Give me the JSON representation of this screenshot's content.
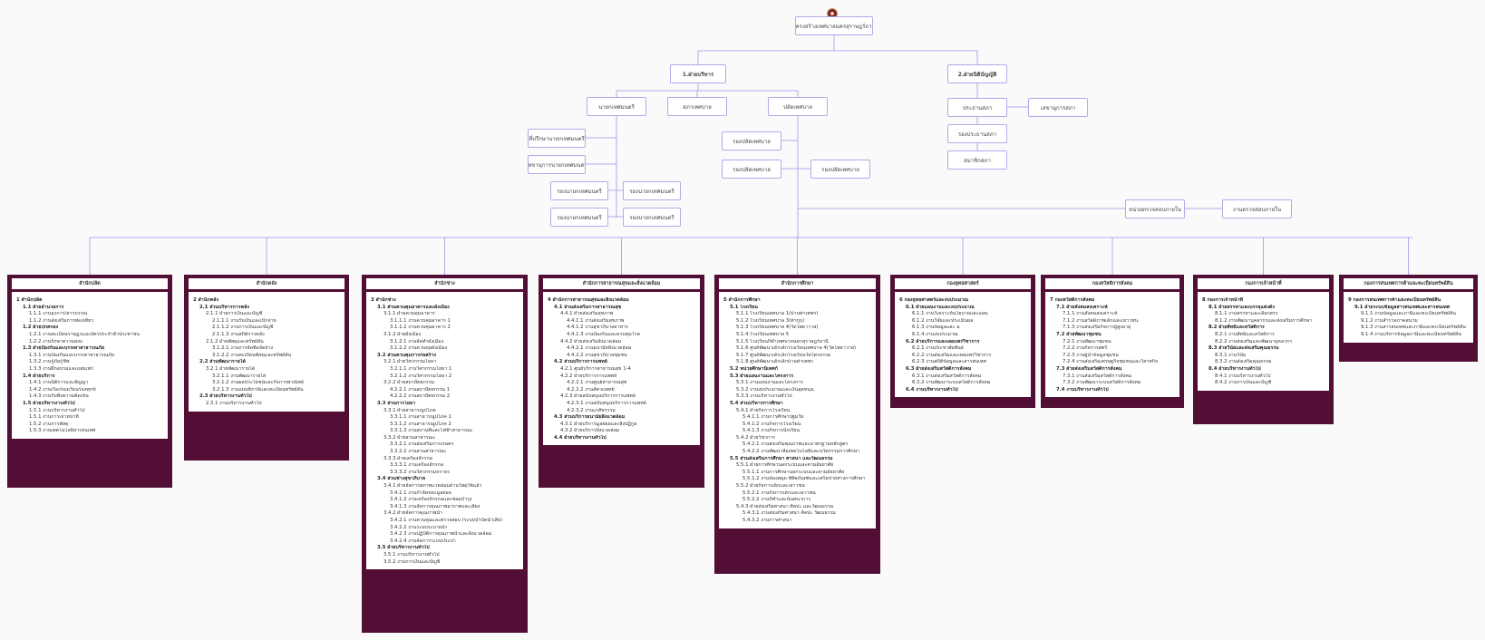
{
  "colors": {
    "line": "#b9a6ea",
    "dept_bg": "#520e35",
    "node_border": "#b9a6ea"
  },
  "top": {
    "label": "โครงสร้างเทศบาลนครสุราษฎร์ธานี",
    "icon": "municipal-seal-icon"
  },
  "level1": {
    "left": "1.ฝ่ายบริหาร",
    "right": "2.ฝ่ายนิติบัญญัติ"
  },
  "exec": {
    "mayor": "นายกเทศมนตรี",
    "council": "สภาเทศบาล",
    "clerk": "ปลัดเทศบาล",
    "mayor_advisor": "ที่ปรึกษานายกเทศมนตรี",
    "mayor_secretary": "เลขานุการนายกเทศมนตรี",
    "deputy_mayor": "รองนายกเทศมนตรี",
    "deputy_clerk": "รองปลัดเทศบาล"
  },
  "legis": {
    "chair": "ประธานสภา",
    "secretary": "เลขานุการสภา",
    "vice_chair": "รองประธานสภา",
    "member": "สมาชิกสภา"
  },
  "audit": {
    "unit": "หน่วยตรวจสอบภายใน",
    "work": "งานตรวจสอบภายใน"
  },
  "departments": [
    {
      "title": "สำนักปลัด",
      "rows": [
        [
          "b",
          "1 สำนักปลัด"
        ],
        [
          "b",
          "1.1 ฝ่ายอำนวยการ"
        ],
        [
          "",
          "1.1.1 งานธุรการ/สารบรรณ"
        ],
        [
          "",
          "1.1.2 งานส่งเสริมการท่องเที่ยว"
        ],
        [
          "b",
          "1.2 ฝ่ายปกครอง"
        ],
        [
          "",
          "1.2.1 งานทะเบียนราษฎรและบัตรประจำตัวประชาชน"
        ],
        [
          "",
          "1.2.2 งานรักษาความสงบ"
        ],
        [
          "b",
          "1.3 ฝ่ายป้องกันและบรรเทาสาธารณภัย"
        ],
        [
          "",
          "1.3.1 งานป้องกันและบรรเทาสาธารณภัย"
        ],
        [
          "",
          "1.3.2 งานกู้ภัยกู้ชีพ"
        ],
        [
          "",
          "1.3.3 งานฝึกอบรมและเผยแพร่"
        ],
        [
          "b",
          "1.4 ฝ่ายบริการ"
        ],
        [
          "",
          "1.4.1 งานนิติการและสัญญา"
        ],
        [
          "",
          "1.4.2 งานเรื่องร้องเรียนร้องทุกข์"
        ],
        [
          "",
          "1.4.3 งานรับฟังความคิดเห็น"
        ],
        [
          "b",
          "1.5 ฝ่ายบริหารงานทั่วไป"
        ],
        [
          "",
          "1.5.1 งานบริหารงานทั่วไป"
        ],
        [
          "",
          "1.5.1 งานการเจ้าหน้าที่"
        ],
        [
          "",
          "1.5.2 งานการพัสดุ"
        ],
        [
          "",
          "1.5.3 งานเทคโนโลยีสารสนเทศ"
        ]
      ]
    },
    {
      "title": "สำนักคลัง",
      "rows": [
        [
          "b",
          "2 สำนักคลัง"
        ],
        [
          "b",
          "2.1 ส่วนบริหารการคลัง"
        ],
        [
          "",
          "2.1.1 ฝ่ายการเงินและบัญชี"
        ],
        [
          "",
          "2.1.1.1 งานรับเงินและเบิกจ่าย"
        ],
        [
          "",
          "2.1.1.2 งานการเงินและบัญชี"
        ],
        [
          "",
          "2.1.1.3 งานสถิติการคลัง"
        ],
        [
          "",
          "2.1.2 ฝ่ายพัสดุและทรัพย์สิน"
        ],
        [
          "",
          "3.1.2.1 งานการจัดซื้อจัดจ้าง"
        ],
        [
          "",
          "3.1.2.2 งานทะเบียนพัสดุและทรัพย์สิน"
        ],
        [
          "b",
          "2.2 ส่วนพัฒนารายได้"
        ],
        [
          "",
          "3.2.1 ฝ่ายพัฒนารายได้"
        ],
        [
          "",
          "3.2.1.1 งานพัฒนารายได้"
        ],
        [
          "",
          "3.2.1.2 งานผลประโยชน์และกิจการพาณิชย์"
        ],
        [
          "",
          "3.2.1.3 งานแผนที่ภาษีและทะเบียนทรัพย์สิน"
        ],
        [
          "b",
          "2.3 ฝ่ายบริหารงานทั่วไป"
        ],
        [
          "",
          "2.3.1 งานบริหารงานทั่วไป"
        ]
      ]
    },
    {
      "title": "สำนักช่าง",
      "rows": [
        [
          "b",
          "3 สำนักช่าง"
        ],
        [
          "b",
          "3.1 ส่วนควบคุมอาคารและผังเมือง"
        ],
        [
          "",
          "3.1.1 ฝ่ายควบคุมอาคาร"
        ],
        [
          "",
          "3.1.1.1 งานควบคุมอาคาร 1"
        ],
        [
          "",
          "3.1.1.2 งานควบคุมอาคาร 2"
        ],
        [
          "",
          "3.1.2 ฝ่ายผังเมือง"
        ],
        [
          "",
          "3.1.2.1 งานจัดทำผังเมือง"
        ],
        [
          "",
          "3.1.2.2 งานควบคุมผังเมือง"
        ],
        [
          "b",
          "3.2 ส่วนควบคุมการก่อสร้าง"
        ],
        [
          "",
          "3.2.1 ฝ่ายวิศวกรรมโยธา"
        ],
        [
          "",
          "3.2.1.1 งานวิศวกรรมโยธา 1"
        ],
        [
          "",
          "3.2.1.2 งานวิศวกรรมโยธา 2"
        ],
        [
          "",
          "3.2.2 ฝ่ายสถาปัตยกรรม"
        ],
        [
          "",
          "4.2.2.1 งานสถาปัตยกรรม 1"
        ],
        [
          "",
          "4.2.2.2 งานสถาปัตยกรรม 2"
        ],
        [
          "b",
          "3.3 ส่วนการโยธา"
        ],
        [
          "",
          "3.3.1 ฝ่ายสาธารณูปโภค"
        ],
        [
          "",
          "3.3.1.1 งานสาธารณูปโภค 1"
        ],
        [
          "",
          "3.3.1.2 งานสาธารณูปโภค 2"
        ],
        [
          "",
          "3.3.1.3 งานสถานที่และไฟฟ้าสาธารณะ"
        ],
        [
          "",
          "3.3.2 ฝ่ายสวนสาธารณะ"
        ],
        [
          "",
          "3.3.2.1 งานส่งเสริมการเกษตร"
        ],
        [
          "",
          "3.3.2.2 งานสวนสาธารณะ"
        ],
        [
          "",
          "3.3.3 ฝ่ายเครื่องจักรกล"
        ],
        [
          "",
          "3.3.3.1 งานเครื่องจักรกล"
        ],
        [
          "",
          "3.3.3.2 งานวิศวกรรมจราจร"
        ],
        [
          "b",
          "3.4 ส่วนช่างสุขาภิบาล"
        ],
        [
          "",
          "3.4.1 ฝ่ายจัดการสภาพแวดล้อมด้านวัสดุใช้แล้ว"
        ],
        [
          "",
          "3.4.1.1 งานกำจัดขยะมูลฝอย"
        ],
        [
          "",
          "3.4.1.2 งานเครื่องจักรกลและซ่อมบำรุง"
        ],
        [
          "",
          "3.4.1.3 งานจัดการคุณภาพอากาศและเสียง"
        ],
        [
          "",
          "3.4.2 ฝ่ายจัดการคุณภาพน้ำ"
        ],
        [
          "",
          "3.4.2.1 งานควบคุมและตรวจสอบ (ระบบบำบัดน้ำเสีย)"
        ],
        [
          "",
          "3.4.2.2 งานระบบระบายน้ำ"
        ],
        [
          "",
          "3.4.2.3 งานปฏิบัติการคุณภาพน้ำและสิ่งแวดล้อม"
        ],
        [
          "",
          "3.4.2.4 งานจัดการระบบประปา"
        ],
        [
          "b",
          "3.5 ฝ่ายบริหารงานทั่วไป"
        ],
        [
          "",
          "3.5.1 งานบริหารงานทั่วไป"
        ],
        [
          "",
          "3.5.2 งานการเงินและบัญชี"
        ]
      ]
    },
    {
      "title": "สำนักการสาธารณสุขและสิ่งแวดล้อม",
      "rows": [
        [
          "b",
          "4 สำนักการสาธารณสุขและสิ่งแวดล้อม"
        ],
        [
          "b",
          "4.1 ส่วนส่งเสริมการสาธารณสุข"
        ],
        [
          "",
          "4.4.1 ฝ่ายส่งเสริมสุขภาพ"
        ],
        [
          "",
          "4.4.1.1 งานส่งเสริมสุขภาพ"
        ],
        [
          "",
          "4.4.1.2 งานสุขาภิบาลอาหาร"
        ],
        [
          "",
          "4.4.1.3 งานป้องกันและควบคุมโรค"
        ],
        [
          "",
          "4.4.2 ฝ่ายส่งเสริมสิ่งแวดล้อม"
        ],
        [
          "",
          "4.4.2.1 งานอนามัยสิ่งแวดล้อม"
        ],
        [
          "",
          "4.4.2.2 งานสุขาภิบาลชุมชน"
        ],
        [
          "b",
          "4.2 ส่วนบริการการแพทย์"
        ],
        [
          "",
          "4.2.1 ศูนย์บริการสาธารณสุข 1-4"
        ],
        [
          "",
          "4.2.2 ฝ่ายบริการการแพทย์"
        ],
        [
          "",
          "4.2.2.1 งานศูนย์สาธารณสุข"
        ],
        [
          "",
          "4.2.2.2 งานสัตวแพทย์"
        ],
        [
          "",
          "4.2.3 ฝ่ายสนับสนุนบริการการแพทย์"
        ],
        [
          "",
          "4.2.3.1 งานสนับสนุนบริการการแพทย์"
        ],
        [
          "",
          "4.2.3.2 งานเภสัชกรรม"
        ],
        [
          "b",
          "4.3 ส่วนบริการอนามัยสิ่งแวดล้อม"
        ],
        [
          "",
          "4.3.1 ฝ่ายบริการมูลฝอยและสิ่งปฏิกูล"
        ],
        [
          "",
          "4.3.2 ฝ่ายบริการสิ่งแวดล้อม"
        ],
        [
          "b",
          "4.4 ฝ่ายบริหารงานทั่วไป"
        ]
      ]
    },
    {
      "title": "สำนักการศึกษา",
      "rows": [
        [
          "b",
          "5 สำนักการศึกษา"
        ],
        [
          "b",
          "5.1 โรงเรียน"
        ],
        [
          "",
          "5.1.1 โรงเรียนเทศบาล 1(บ้านท่าเพชร)"
        ],
        [
          "",
          "5.1.2 โรงเรียนเทศบาล 3(ท่ากูบ)"
        ],
        [
          "",
          "5.1.3 โรงเรียนเทศบาล 4(วัดโพธาวาส)"
        ],
        [
          "",
          "5.1.4 โรงเรียนเทศบาล 5"
        ],
        [
          "",
          "5.1.5 โรงเรียนกีฬาเทศบาลนครสุราษฎร์ธานี"
        ],
        [
          "",
          "5.1.6 ศูนย์พัฒนาเด็กเล็กโรงเรียนเทศบาล 4(วัดโพธาวาส)"
        ],
        [
          "",
          "5.1.7 ศูนย์พัฒนาเด็กเล็กโรงเรียนวัดไตรธรรม"
        ],
        [
          "",
          "5.1.8 ศูนย์พัฒนาเด็กเล็กบ้านท่าเพชร"
        ],
        [
          "b",
          "5.2 หน่วยศึกษานิเทศก์"
        ],
        [
          "b",
          "5.3 ฝ่ายแผนงานและโครงการ"
        ],
        [
          "",
          "5.3.1 งานแผนงานและโครงการ"
        ],
        [
          "",
          "5.3.2 งานงบประมาณและเงินอุดหนุน"
        ],
        [
          "",
          "5.3.3 งานบริหารงานทั่วไป"
        ],
        [
          "b",
          "5.4 ส่วนบริหารการศึกษา"
        ],
        [
          "",
          "5.4.1 ฝ่ายกิจการโรงเรียน"
        ],
        [
          "",
          "5.4.1.1 งานการศึกษาปฐมวัย"
        ],
        [
          "",
          "5.4.1.2 งานกิจการโรงเรียน"
        ],
        [
          "",
          "5.4.1.3 งานกิจการนักเรียน"
        ],
        [
          "",
          "5.4.2 ฝ่ายวิชาการ"
        ],
        [
          "",
          "5.4.2.1 งานส่งเสริมคุณภาพและมาตรฐานหลักสูตร"
        ],
        [
          "",
          "5.4.2.2 งานพัฒนาสื่อเทคโนโลยีและนวัตกรรมการศึกษา"
        ],
        [
          "b",
          "5.5 ส่วนส่งเสริมการศึกษา ศาสนา และวัฒนธรรม"
        ],
        [
          "",
          "5.5.1 ฝ่ายการศึกษานอกระบบและตามอัธยาศัย"
        ],
        [
          "",
          "5.5.1.1 งานการศึกษานอกระบบและตามอัธยาศัย"
        ],
        [
          "",
          "5.5.1.2 งานห้องสมุด พิพิธภัณฑ์และเครือข่ายทางการศึกษา"
        ],
        [
          "",
          "5.5.2 ฝ่ายกิจการเด็กและเยาวชน"
        ],
        [
          "",
          "5.5.2.1 งานกิจการเด็กและเยาวชน"
        ],
        [
          "",
          "5.5.2.2 งานกีฬาและนันทนาการ"
        ],
        [
          "",
          "5.4.3 ฝ่ายส่งเสริมศาสนา ศิลปะ และวัฒนธรรม"
        ],
        [
          "",
          "5.4.3.1 งานส่งเสริมศาสนา ศิลปะ วัฒนธรรม"
        ],
        [
          "",
          "5.4.3.2 งานการศาสนา"
        ]
      ]
    },
    {
      "title": "กองยุทธศาสตร์",
      "rows": [
        [
          "b",
          "6 กองยุทธศาสตร์และงบประมาณ"
        ],
        [
          "b",
          "6.1 ฝ่ายแผนงานและงบประมาณ"
        ],
        [
          "",
          "6.1.1 งานวิเคราะห์นโยบายและแผน"
        ],
        [
          "",
          "6.1.2 งานวิจัยและประเมินผล"
        ],
        [
          "",
          "6.1.3 งานข้อมูลและ ม"
        ],
        [
          "",
          "6.1.4 งานงบประมาณ"
        ],
        [
          "b",
          "6.2 ฝ่ายบริการและเผยแพร่วิชาการ"
        ],
        [
          "",
          "6.2.1 งานประชาสัมพันธ์"
        ],
        [
          "",
          "6.2.2 งานส่งเสริมและเผยแพร่วิชาการ"
        ],
        [
          "",
          "6.2.3 งานสถิติข้อมูลและสารสนเทศ"
        ],
        [
          "b",
          "6.3 ฝ่ายส่งเสริมสวัสดิการสังคม"
        ],
        [
          "",
          "6.3.1 งานส่งเสริมสวัสดิการสังคม"
        ],
        [
          "",
          "6.3.2 งานพัฒนาระบบสวัสดิการสังคม"
        ],
        [
          "b",
          "6.4 งานบริหารงานทั่วไป"
        ]
      ]
    },
    {
      "title": "กองสวัสดิการสังคม",
      "rows": [
        [
          "b",
          "7 กองสวัสดิการสังคม"
        ],
        [
          "b",
          "7.1 ฝ่ายสังคมสงเคราะห์"
        ],
        [
          "",
          "7.1.1 งานสังคมสงเคราะห์"
        ],
        [
          "",
          "7.1.2 งานสวัสดิภาพเด็กและเยาวชน"
        ],
        [
          "",
          "7.1.3 งานส่งเสริมกิจการผู้สูงอายุ"
        ],
        [
          "b",
          "7.2 ฝ่ายพัฒนาชุมชน"
        ],
        [
          "",
          "7.2.1 งานพัฒนาชุมชน"
        ],
        [
          "",
          "7.2.2 งานกิจการสตรี"
        ],
        [
          "",
          "7.2.3 งานผู้นำข้อมูลชุมชน"
        ],
        [
          "",
          "7.2.4 งานส่งเสริมเศรษฐกิจชุมชนและวิสาหกิจ"
        ],
        [
          "b",
          "7.3 ฝ่ายส่งเสริมสวัสดิการสังคม"
        ],
        [
          "",
          "7.3.1 งานส่งเสริมสวัสดิการสังคม"
        ],
        [
          "",
          "7.3.2 งานพัฒนาระบบสวัสดิการสังคม"
        ],
        [
          "b",
          "7.4 งานบริหารงานทั่วไป"
        ]
      ]
    },
    {
      "title": "กองการเจ้าหน้าที่",
      "rows": [
        [
          "b",
          "8 กองการเจ้าหน้าที่"
        ],
        [
          "b",
          "8.1 ฝ่ายสรรหาและบรรจุแต่งตั้ง"
        ],
        [
          "",
          "8.1.1 งานสรรหาและเลือกสรร"
        ],
        [
          "",
          "8.1.2 งานพัฒนาบุคลากรและส่งเสริมการศึกษา"
        ],
        [
          "b",
          "8.2 ฝ่ายสิทธิและสวัสดิการ"
        ],
        [
          "",
          "8.2.1 งานสิทธิและสวัสดิการ"
        ],
        [
          "",
          "8.2.2 งานส่งเสริมและพัฒนาบุคลากร"
        ],
        [
          "b",
          "8.3 ฝ่ายวินัยและส่งเสริมคุณธรรม"
        ],
        [
          "",
          "8.3.1 งานวินัย"
        ],
        [
          "",
          "8.3.2 งานส่งเสริมคุณธรรม"
        ],
        [
          "b",
          "8.4 ฝ่ายบริหารงานทั่วไป"
        ],
        [
          "",
          "8.4.1 งานบริหารงานทั่วไป"
        ],
        [
          "",
          "8.4.2 งานการเงินและบัญชี"
        ]
      ]
    },
    {
      "title": "กองการสนเทศการค้าและทะเบียนทรัพย์สิน",
      "rows": [
        [
          "b",
          "9 กองการสนเทศการค้าและทะเบียนทรัพย์สิน"
        ],
        [
          "b",
          "9.1 ฝ่ายระบบข้อมูลสารสนเทศและสารสนเทศ"
        ],
        [
          "",
          "9.1.1 งานข้อมูลและภาษีและทะเบียนทรัพย์สิน"
        ],
        [
          "",
          "9.1.2 งานสำรวจภาคสนาม"
        ],
        [
          "",
          "9.1.3 งานสารสนเทศและภาษีและทะเบียนทรัพย์สิน"
        ],
        [
          "",
          "9.1.4 งานบริหารข้อมูลภาษีและทะเบียนทรัพย์สิน"
        ]
      ]
    }
  ]
}
